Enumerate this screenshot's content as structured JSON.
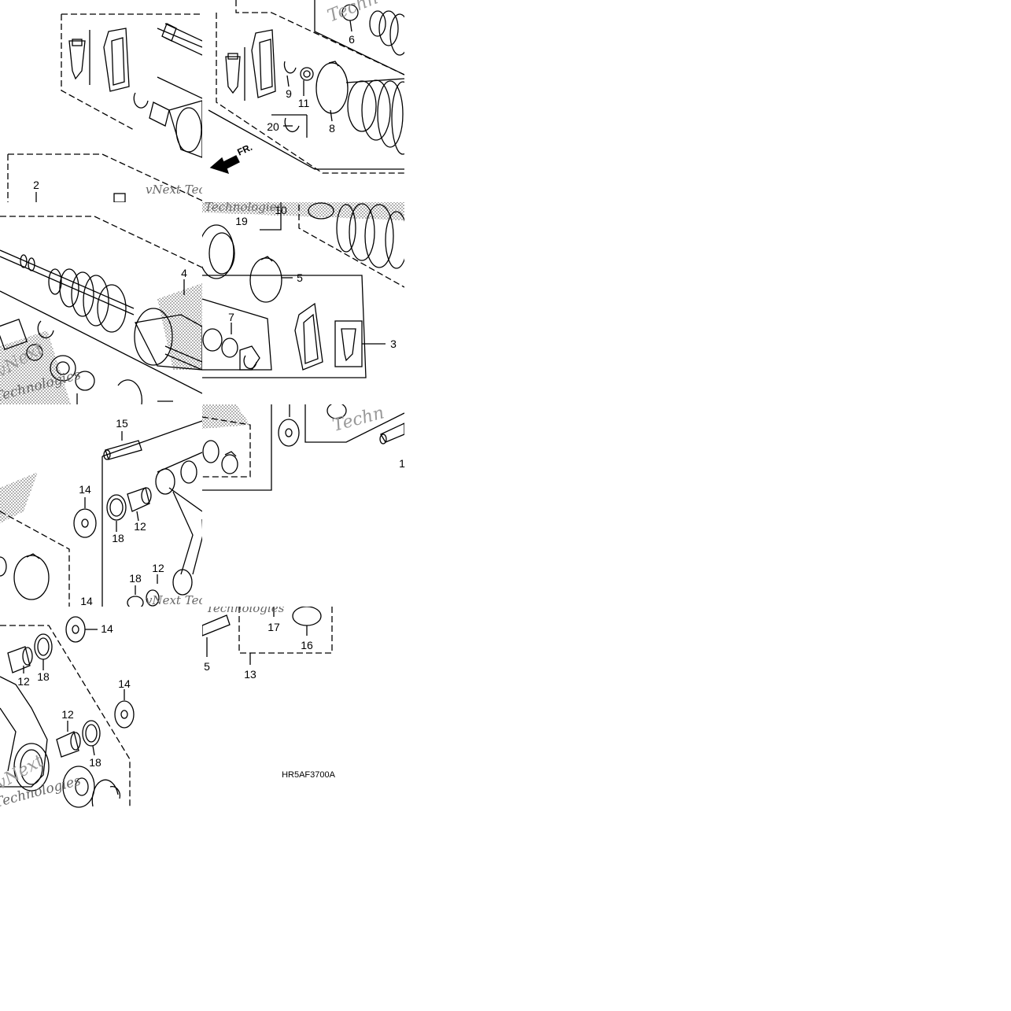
{
  "diagram": {
    "code": "HR5AF3700A",
    "direction_label": "FR.",
    "watermark_texts": [
      "vNext",
      "Technologies",
      "vNext Tec",
      "Techn"
    ],
    "callouts": [
      {
        "id": "c19",
        "text": "19"
      },
      {
        "id": "c10",
        "text": "10"
      },
      {
        "id": "c6",
        "text": "6"
      },
      {
        "id": "c9",
        "text": "9"
      },
      {
        "id": "c11",
        "text": "11"
      },
      {
        "id": "c8",
        "text": "8"
      },
      {
        "id": "c20",
        "text": "20"
      },
      {
        "id": "c2",
        "text": "2"
      },
      {
        "id": "c4",
        "text": "4"
      },
      {
        "id": "c5a",
        "text": "5"
      },
      {
        "id": "c7",
        "text": "7"
      },
      {
        "id": "c3",
        "text": "3"
      },
      {
        "id": "c15",
        "text": "15"
      },
      {
        "id": "c14a",
        "text": "14"
      },
      {
        "id": "c18a",
        "text": "18"
      },
      {
        "id": "c12a",
        "text": "12"
      },
      {
        "id": "c18b",
        "text": "18"
      },
      {
        "id": "c12b",
        "text": "12"
      },
      {
        "id": "c14b",
        "text": "14"
      },
      {
        "id": "c1",
        "text": "1"
      },
      {
        "id": "c14c",
        "text": "14"
      },
      {
        "id": "c12c",
        "text": "12"
      },
      {
        "id": "c18c",
        "text": "18"
      },
      {
        "id": "c14d",
        "text": "14"
      },
      {
        "id": "c12d",
        "text": "12"
      },
      {
        "id": "c18d",
        "text": "18"
      },
      {
        "id": "c17",
        "text": "17"
      },
      {
        "id": "c16",
        "text": "16"
      },
      {
        "id": "c5b",
        "text": "5"
      },
      {
        "id": "c13",
        "text": "13"
      }
    ]
  }
}
